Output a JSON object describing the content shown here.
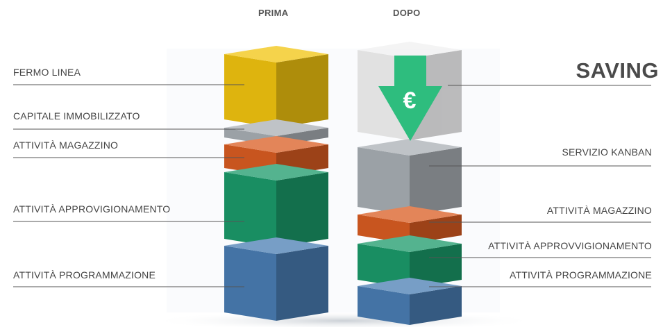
{
  "headers": {
    "before": "PRIMA",
    "after": "DOPO"
  },
  "saving_label": "SAVING",
  "currency_symbol": "€",
  "colors": {
    "yellow": "#f1c40f",
    "grey": "#a9afb4",
    "orange": "#d95c22",
    "green": "#1b9a6a",
    "blue": "#4a7db3",
    "ghost": "#eeeeee",
    "arrow": "#2ebd7e",
    "leader_line": "#555555",
    "text": "#444444"
  },
  "prima_stack": [
    {
      "id": "fermo-linea",
      "label": "FERMO LINEA",
      "color": "yellow"
    },
    {
      "id": "capitale-immobilizzato",
      "label": "CAPITALE IMMOBILIZZATO",
      "color": "grey"
    },
    {
      "id": "attivita-magazzino",
      "label": "ATTIVITÀ MAGAZZINO",
      "color": "orange"
    },
    {
      "id": "attivita-approvvigionamento",
      "label": "ATTIVITÀ APPROVIGIONAMENTO",
      "color": "green"
    },
    {
      "id": "attivita-programmazione",
      "label": "ATTIVITÀ PROGRAMMAZIONE",
      "color": "blue"
    }
  ],
  "dopo_stack": [
    {
      "id": "saving-ghost",
      "label": "",
      "color": "ghost"
    },
    {
      "id": "servizio-kanban",
      "label": "SERVIZIO KANBAN",
      "color": "grey"
    },
    {
      "id": "attivita-magazzino",
      "label": "ATTIVITÀ MAGAZZINO",
      "color": "orange"
    },
    {
      "id": "attivita-approvvigionamento",
      "label": "ATTIVITÀ APPROVVIGIONAMENTO",
      "color": "green"
    },
    {
      "id": "attivita-programmazione",
      "label": "ATTIVITÀ PROGRAMMAZIONE",
      "color": "blue"
    }
  ]
}
